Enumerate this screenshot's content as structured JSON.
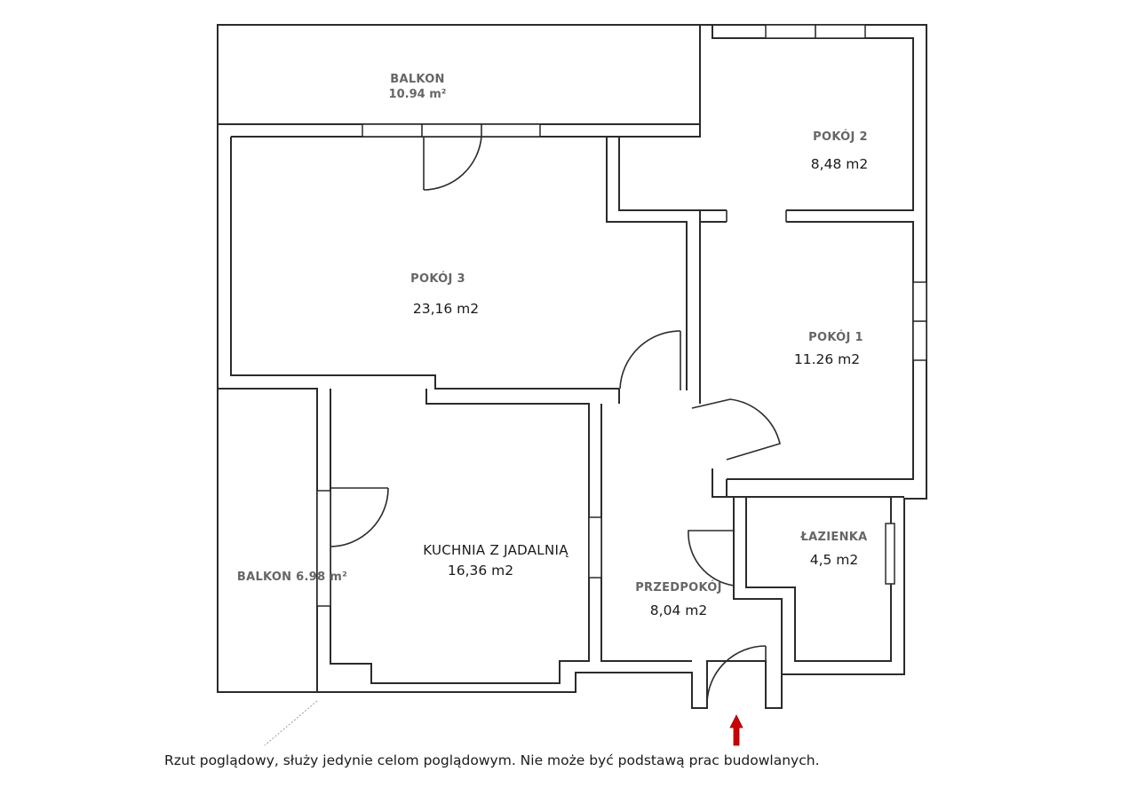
{
  "rooms": {
    "balkon_top": {
      "name": "BALKON",
      "area": "10.94 m²"
    },
    "pokoj2": {
      "name": "POKÓJ 2",
      "area": "8,48 m2"
    },
    "pokoj3": {
      "name": "POKÓJ 3",
      "area": "23,16 m2"
    },
    "pokoj1": {
      "name": "POKÓJ 1",
      "area": "11.26 m2"
    },
    "kuchnia": {
      "name": "KUCHNIA Z JADALNIĄ",
      "area": "16,36 m2"
    },
    "lazienka": {
      "name": "ŁAZIENKA",
      "area": "4,5 m2"
    },
    "przedpokoj": {
      "name": "PRZEDPOKÓJ",
      "area": "8,04 m2"
    },
    "balkon_left": {
      "label": "BALKON 6.98 m²"
    }
  },
  "entrance_arrow": {
    "color": "#cc0000"
  },
  "footer": {
    "note": "Rzut poglądowy, służy jedynie celom poglądowym. Nie może być podstawą prac budowlanych."
  }
}
